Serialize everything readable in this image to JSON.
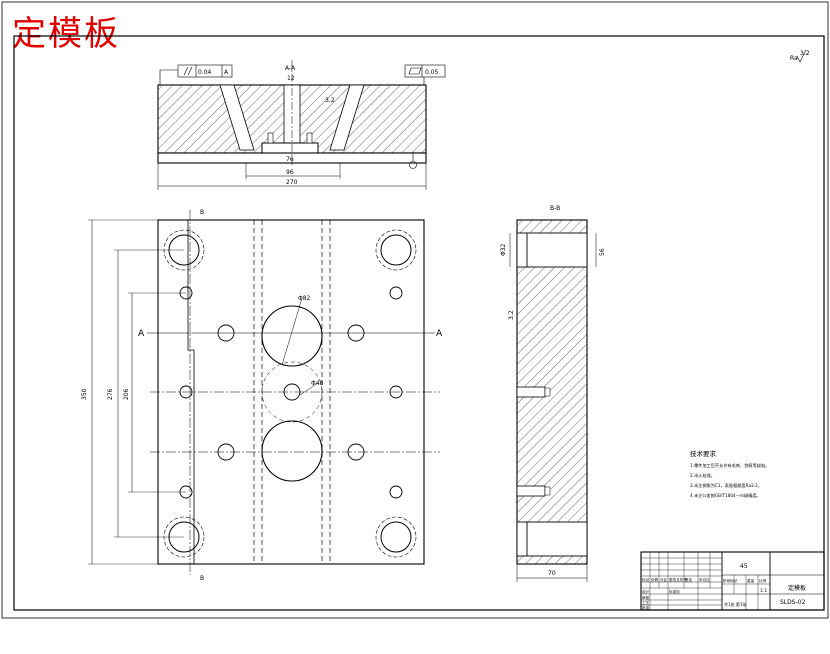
{
  "title_stamp": "定模板",
  "colors": {
    "stamp": "#e00000",
    "line": "#000000"
  },
  "section_labels": {
    "section_aa": "A-A",
    "section_bb": "B-B",
    "cut_left": "A",
    "cut_right": "A",
    "top_mark": "B",
    "bottom_mark": "B"
  },
  "roughness": {
    "general": "3.2",
    "surface": "3.2",
    "side": "3.2"
  },
  "tolerances": {
    "parallel_value": "0.04",
    "parallel_datum": "A",
    "flat_value": "0.05"
  },
  "dimensions": {
    "overall_width": "270",
    "inner_width": "96",
    "pocket_width": "76",
    "gate_width": "12",
    "height_total": "350",
    "height_mid1": "276",
    "height_mid2": "206",
    "dia_large": "Φ82",
    "dia_small": "Φ48",
    "side_dia": "Φ32",
    "side_len": "56",
    "side_thickness": "70"
  },
  "tech_requirements": {
    "heading": "技术要求",
    "items": [
      "1.零件加工后不允许有毛刺、划痕等缺陷。",
      "2.淬火处理。",
      "3.未注倒角为C1，表面粗糙度Ra3.2。",
      "4.未注公差按GB/T1804—m级精度。"
    ]
  },
  "title_block": {
    "material": "45",
    "part_name": "定模板",
    "drawing_no": "SLDS-02",
    "scale": "1:1",
    "sheet": "共1张 第1张",
    "labels": [
      "标记",
      "处数",
      "分区",
      "更改文件号",
      "签名",
      "年月日",
      "设计",
      "审核",
      "工艺",
      "批准",
      "标准化",
      "阶段标记",
      "重量",
      "比例"
    ]
  }
}
